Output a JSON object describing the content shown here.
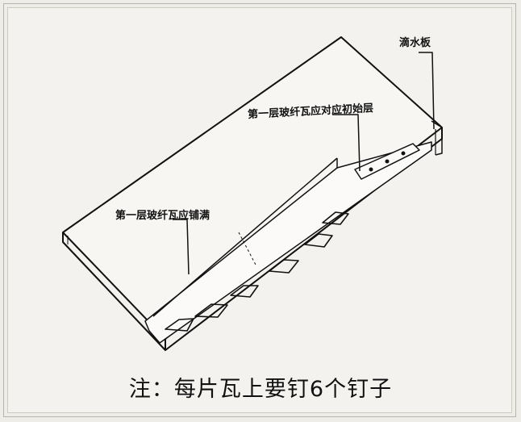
{
  "labels": {
    "drip_edge": "滴水板",
    "first_layer_starter": "第一层玻纤瓦应对应初始层",
    "first_layer_full": "第一层玻纤瓦应铺满"
  },
  "caption": "注：每片瓦上要钉6个钉子"
}
